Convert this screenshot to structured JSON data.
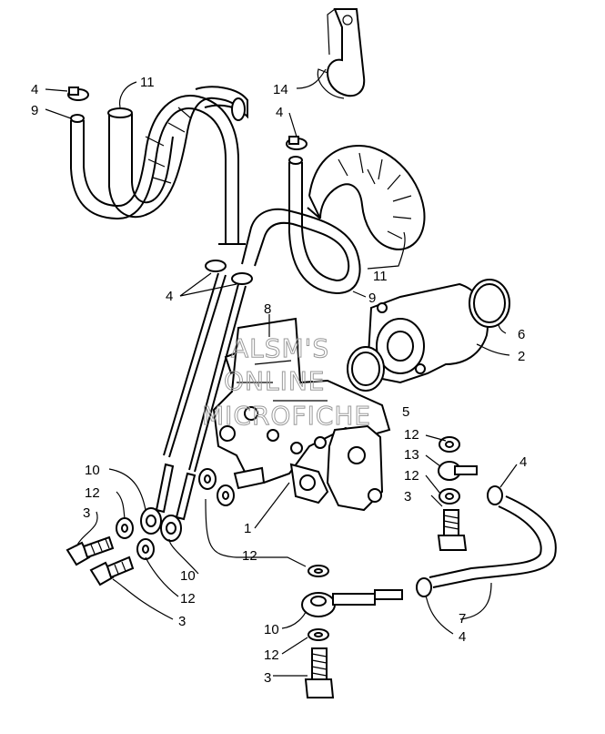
{
  "callouts": [
    {
      "id": "c4a",
      "text": "4"
    },
    {
      "id": "c9a",
      "text": "9"
    },
    {
      "id": "c11a",
      "text": "11"
    },
    {
      "id": "c14",
      "text": "14"
    },
    {
      "id": "c4b",
      "text": "4"
    },
    {
      "id": "c4c",
      "text": "4"
    },
    {
      "id": "c11b",
      "text": "11"
    },
    {
      "id": "c9b",
      "text": "9"
    },
    {
      "id": "c8",
      "text": "8"
    },
    {
      "id": "c6",
      "text": "6"
    },
    {
      "id": "c2",
      "text": "2"
    },
    {
      "id": "c5",
      "text": "5"
    },
    {
      "id": "c12a",
      "text": "12"
    },
    {
      "id": "c13",
      "text": "13"
    },
    {
      "id": "c4d",
      "text": "4"
    },
    {
      "id": "c12b",
      "text": "12"
    },
    {
      "id": "c3a",
      "text": "3"
    },
    {
      "id": "c10a",
      "text": "10"
    },
    {
      "id": "c12c",
      "text": "12"
    },
    {
      "id": "c3b",
      "text": "3"
    },
    {
      "id": "c1",
      "text": "1"
    },
    {
      "id": "c12d",
      "text": "12"
    },
    {
      "id": "c10b",
      "text": "10"
    },
    {
      "id": "c12e",
      "text": "12"
    },
    {
      "id": "c3c",
      "text": "3"
    },
    {
      "id": "c7",
      "text": "7"
    },
    {
      "id": "c4e",
      "text": "4"
    },
    {
      "id": "c10c",
      "text": "10"
    },
    {
      "id": "c12f",
      "text": "12"
    },
    {
      "id": "c3d",
      "text": "3"
    }
  ],
  "watermark": {
    "line1": "ALSM'S",
    "line2": "ONLINE",
    "line3": "MICROFICHE"
  }
}
